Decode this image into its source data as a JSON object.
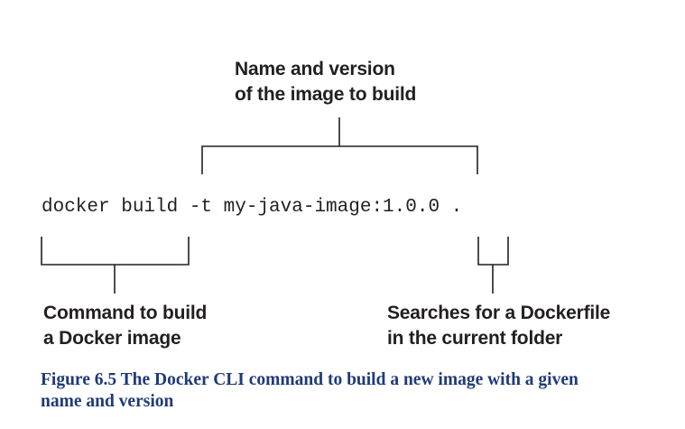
{
  "diagram": {
    "top_label": {
      "line1": "Name and version",
      "line2": "of the image to build"
    },
    "command": "docker build -t my-java-image:1.0.0 .",
    "left_label": {
      "line1": "Command to build",
      "line2": "a Docker image"
    },
    "right_label": {
      "line1": "Searches for a Dockerfile",
      "line2": "in the current folder"
    }
  },
  "caption": {
    "line1": "Figure 6.5 The Docker CLI command to build a new image with a given",
    "line2": "name and version"
  }
}
